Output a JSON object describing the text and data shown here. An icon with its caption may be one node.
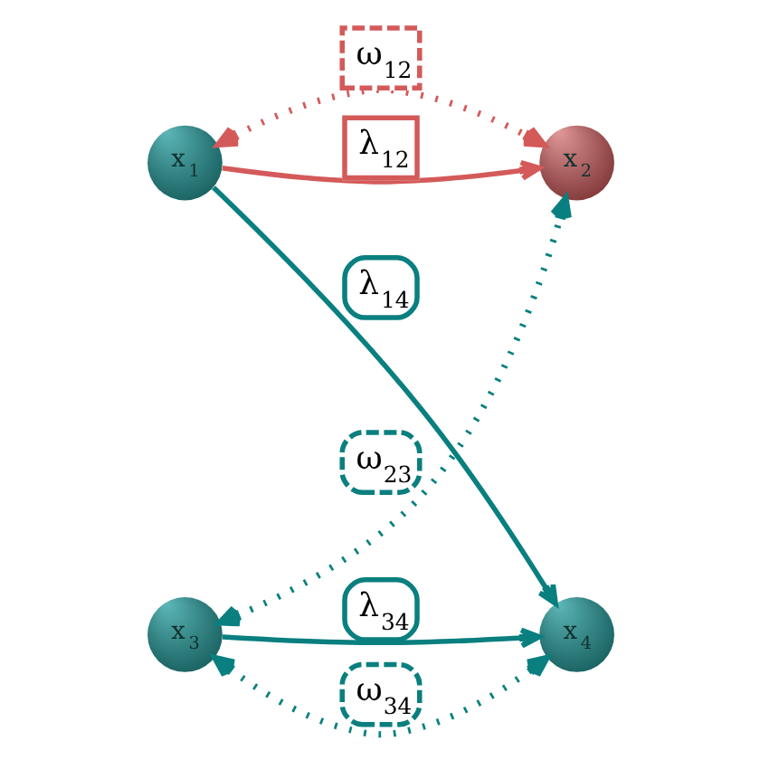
{
  "diagram": {
    "nodes": [
      {
        "text": [
          "x$_{1}$"
        ]
      },
      {
        "text": [
          "x$_{2}$"
        ]
      },
      {
        "text": [
          "x$_{3}$"
        ]
      },
      {
        "text": [
          "x$_{4}$"
        ]
      }
    ],
    "edges": [
      {
        "from": 0,
        "to": 1,
        "arrow": "both",
        "label": "ω$_{12}$",
        "style": "dashed",
        "color": "#d45a5a"
      },
      {
        "from": 0,
        "to": 1,
        "arrow": "to",
        "label": "λ$_{12}$",
        "color": "#d45a5a"
      },
      {
        "from": 0,
        "to": 3,
        "arrow": "to",
        "label": "λ$_{14}$"
      },
      {
        "from": 2,
        "to": 1,
        "arrow": "both",
        "label": "ω$_{23}$",
        "style": "dashed"
      },
      {
        "from": 2,
        "to": 3,
        "arrow": "to",
        "label": "λ$_{34}$"
      },
      {
        "from": 2,
        "to": 3,
        "arrow": "both",
        "label": "ω$_{34}$",
        "style": "dashed"
      }
    ]
  }
}
